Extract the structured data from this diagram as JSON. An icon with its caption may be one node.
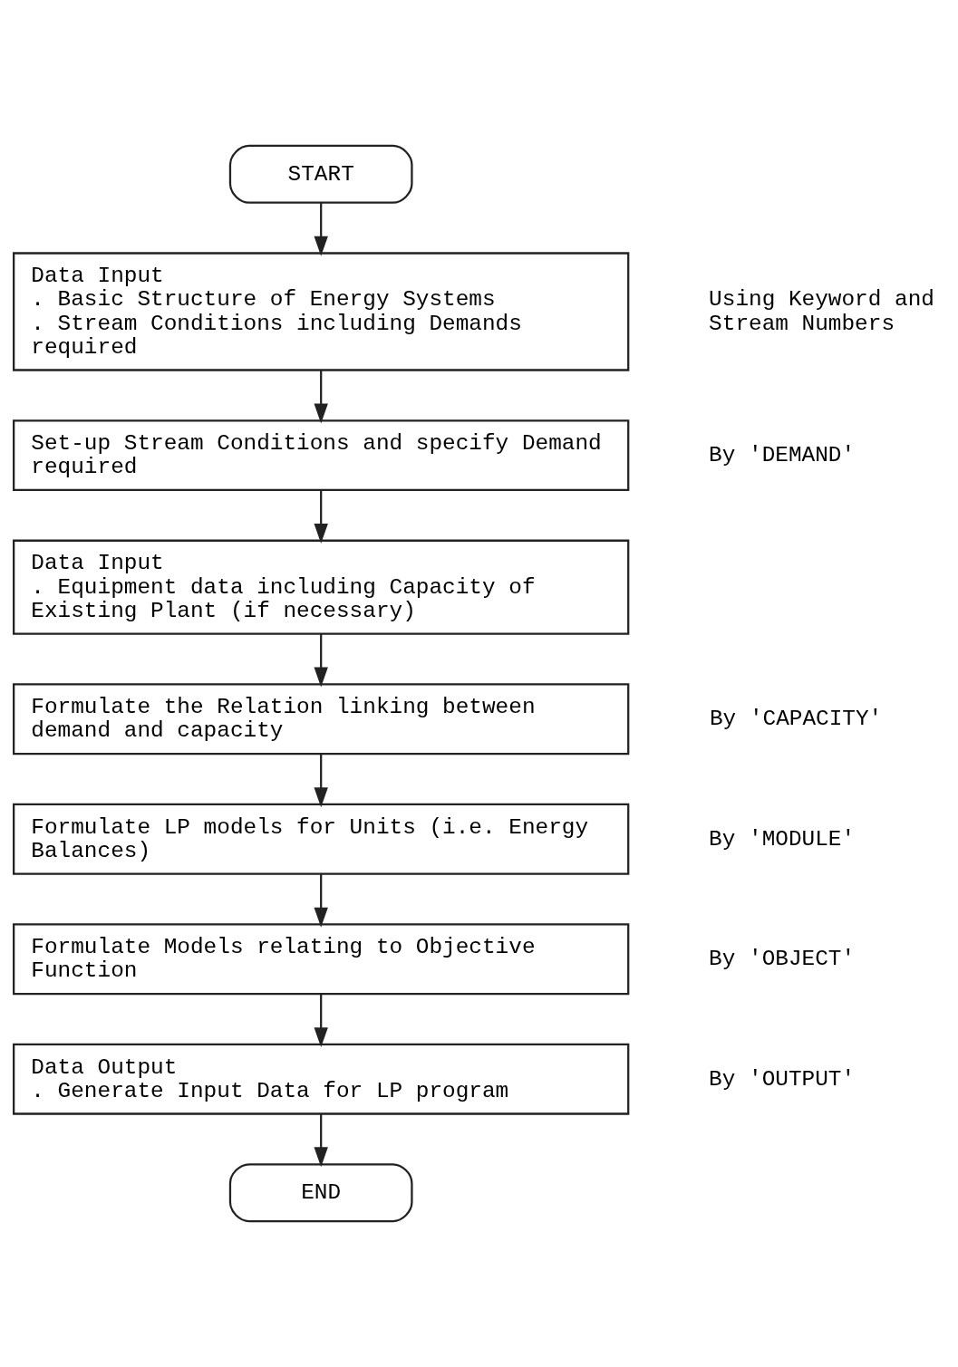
{
  "diagram": {
    "nodes": [
      {
        "text": [
          "START"
        ]
      },
      {
        "text": [
          "Data Input",
          ". Basic Structure of Energy Systems",
          ". Stream Conditions including Demands required"
        ],
        "beside": [
          "Using Keyword and Stream Numbers"
        ]
      },
      {
        "text": [
          "Set-up Stream Conditions and specify Demand required"
        ],
        "beside": [
          "By 'DEMAND'"
        ]
      },
      {
        "text": [
          "Data Input",
          ". Equipment data including Capacity of Existing Plant (if necessary)"
        ]
      },
      {
        "text": [
          "Formulate the Relation linking between demand and capacity"
        ],
        "beside": [
          "By 'CAPACITY'"
        ]
      },
      {
        "text": [
          "Formulate LP models for Units (i.e. Energy Balances)"
        ],
        "beside": [
          "By 'MODULE'"
        ]
      },
      {
        "text": [
          "Formulate Models relating to Objective Function"
        ],
        "beside": [
          "By 'OBJECT'"
        ]
      },
      {
        "text": [
          "Data Output",
          ". Generate Input Data for LP program"
        ],
        "beside": [
          "By 'OUTPUT'"
        ]
      },
      {
        "text": [
          "END"
        ]
      }
    ],
    "edges": [
      {
        "from": 0,
        "to": 1,
        "arrow": "to"
      },
      {
        "from": 1,
        "to": 2,
        "arrow": "to"
      },
      {
        "from": 2,
        "to": 3,
        "arrow": "to"
      },
      {
        "from": 3,
        "to": 4,
        "arrow": "to"
      },
      {
        "from": 4,
        "to": 5,
        "arrow": "to"
      },
      {
        "from": 5,
        "to": 6,
        "arrow": "to"
      },
      {
        "from": 6,
        "to": 7,
        "arrow": "to"
      },
      {
        "from": 7,
        "to": 8,
        "arrow": "to"
      }
    ]
  }
}
